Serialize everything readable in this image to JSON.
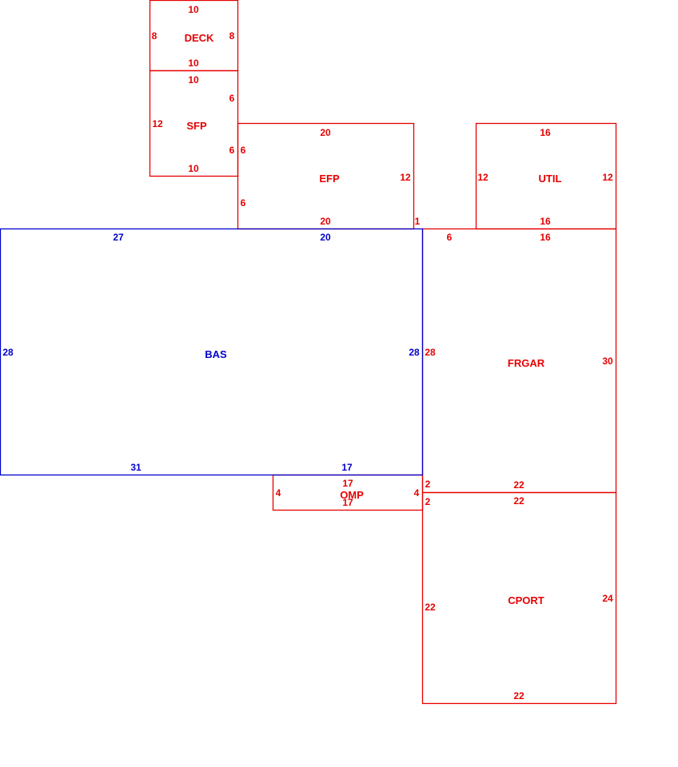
{
  "colors": {
    "main": "#0000cc",
    "addition": "#e60000"
  },
  "areas": {
    "deck": {
      "name": "DECK",
      "top": "10",
      "bottom": "10",
      "left": "8",
      "right": "8"
    },
    "sfp": {
      "name": "SFP",
      "top": "10",
      "bottom": "10",
      "left": "12",
      "right_upper": "6",
      "right_lower": "6"
    },
    "efp": {
      "name": "EFP",
      "top": "20",
      "bottom": "20",
      "left_upper": "6",
      "left_lower": "6",
      "right": "12",
      "bottom_right": "1"
    },
    "util": {
      "name": "UTIL",
      "top": "16",
      "bottom": "16",
      "left": "12",
      "right": "12"
    },
    "bas": {
      "name": "BAS",
      "top_left": "27",
      "top_right": "20",
      "bottom_left": "31",
      "bottom_right": "17",
      "left": "28",
      "right": "28"
    },
    "frgar": {
      "name": "FRGAR",
      "top_left": "6",
      "top": "16",
      "left": "28",
      "right": "30",
      "bottom": "22",
      "bottom_left": "2"
    },
    "omp": {
      "name": "OMP",
      "top": "17",
      "bottom": "17",
      "left": "4",
      "right": "4"
    },
    "cport": {
      "name": "CPORT",
      "top": "22",
      "top_left": "2",
      "left": "22",
      "right": "24",
      "bottom": "22"
    }
  }
}
